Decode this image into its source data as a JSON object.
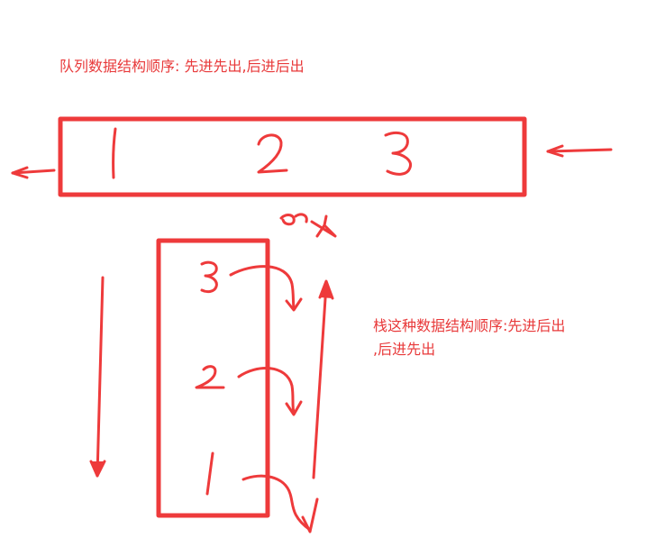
{
  "queue": {
    "caption": "队列数据结构顺序: 先进先出,后进后出",
    "items": [
      "1",
      "2",
      "3"
    ]
  },
  "stack": {
    "caption_line1": "栈这种数据结构顺序:先进后出",
    "caption_line2": ",后进先出",
    "items": [
      "3",
      "2",
      "1"
    ]
  },
  "colors": {
    "ink": "#ee3a3b",
    "text": "#e8393a"
  }
}
